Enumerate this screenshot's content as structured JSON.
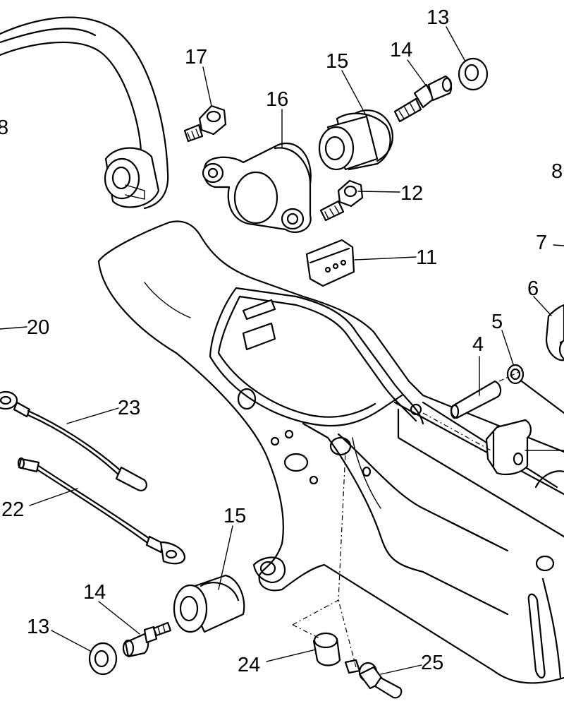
{
  "callouts": {
    "c8a": "8",
    "c8b": "8",
    "c17": "17",
    "c16": "16",
    "c15a": "15",
    "c14a": "14",
    "c13a": "13",
    "c12": "12",
    "c11": "11",
    "c7": "7",
    "c6": "6",
    "c5": "5",
    "c4": "4",
    "c20": "20",
    "c23": "23",
    "c22": "22",
    "c15b": "15",
    "c14b": "14",
    "c13b": "13",
    "c24": "24",
    "c25": "25"
  }
}
